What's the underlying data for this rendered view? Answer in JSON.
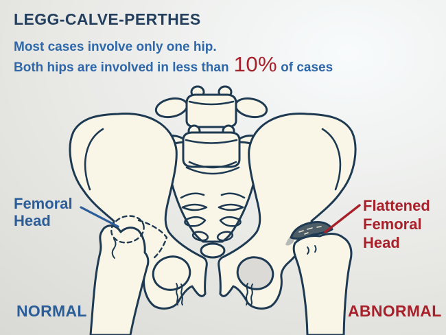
{
  "header": {
    "title": "LEGG-CALVE-PERTHES"
  },
  "intro": {
    "line1": "Most cases involve only one hip.",
    "line2_before": "Both hips are involved in less than",
    "highlight": "10%",
    "line2_after": "of cases"
  },
  "callouts": {
    "left": "Femoral Head",
    "right": "Flattened Femoral Head"
  },
  "footers": {
    "left": "NORMAL",
    "right": "ABNORMAL"
  },
  "illustration": {
    "type": "medical-line-illustration",
    "subject": "pelvis-anterior-view",
    "left_hip": "normal femoral head shown as dashed outline inside socket",
    "right_hip": "flattened femoral head shown as dark collapsed crescent"
  },
  "colors": {
    "title_navy": "#24405e",
    "subtitle_blue": "#2e68ab",
    "callout_blue": "#2b5e98",
    "accent_red": "#a8212a",
    "bone_fill": "#faf6e7",
    "bone_outline": "#1d3a52",
    "flattened_fill": "#4d5d68",
    "foramen_gray": "#dbdad6"
  }
}
